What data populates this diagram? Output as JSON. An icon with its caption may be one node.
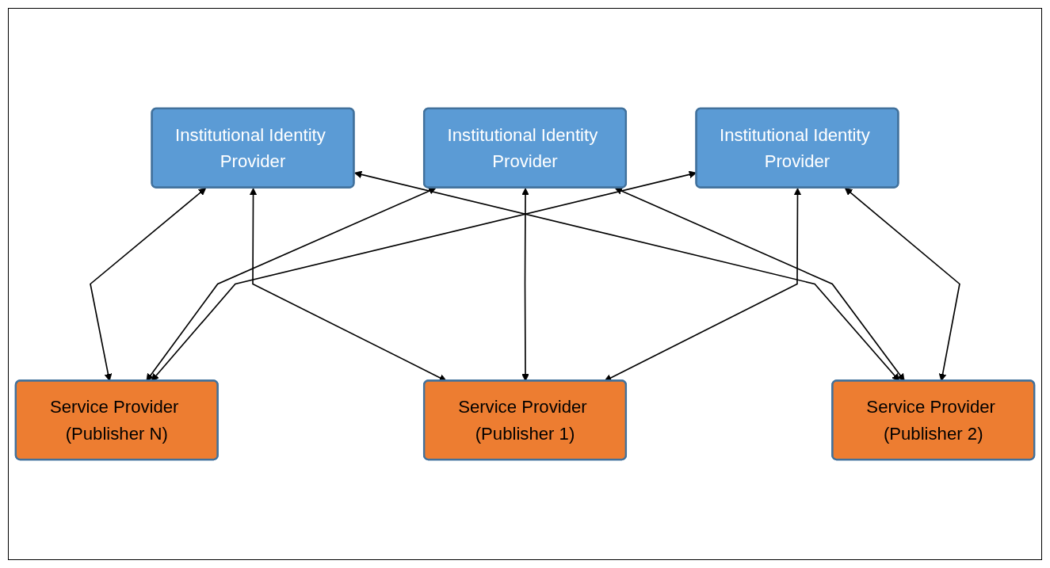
{
  "diagram": {
    "nodes": [
      {
        "text": [
          "Institutional Identity Provider"
        ]
      },
      {
        "text": [
          "Institutional Identity Provider"
        ]
      },
      {
        "text": [
          "Institutional Identity Provider"
        ]
      },
      {
        "text": [
          "Service Provider (Publisher 1)"
        ]
      },
      {
        "text": [
          "Service Provider (Publisher 2)"
        ]
      },
      {
        "text": [
          "Service Provider (Publisher N)"
        ]
      }
    ],
    "edges": [
      {
        "from": 0,
        "to": 5,
        "arrow": "both"
      },
      {
        "from": 0,
        "to": 3,
        "arrow": "both"
      },
      {
        "from": 0,
        "to": 4,
        "arrow": "both"
      },
      {
        "from": 1,
        "to": 3,
        "arrow": "both"
      },
      {
        "from": 1,
        "to": 4,
        "arrow": "both"
      },
      {
        "from": 1,
        "to": 5,
        "arrow": "both"
      },
      {
        "from": 2,
        "to": 3,
        "arrow": "both"
      },
      {
        "from": 2,
        "to": 4,
        "arrow": "both"
      },
      {
        "from": 2,
        "to": 5,
        "arrow": "both"
      }
    ]
  }
}
